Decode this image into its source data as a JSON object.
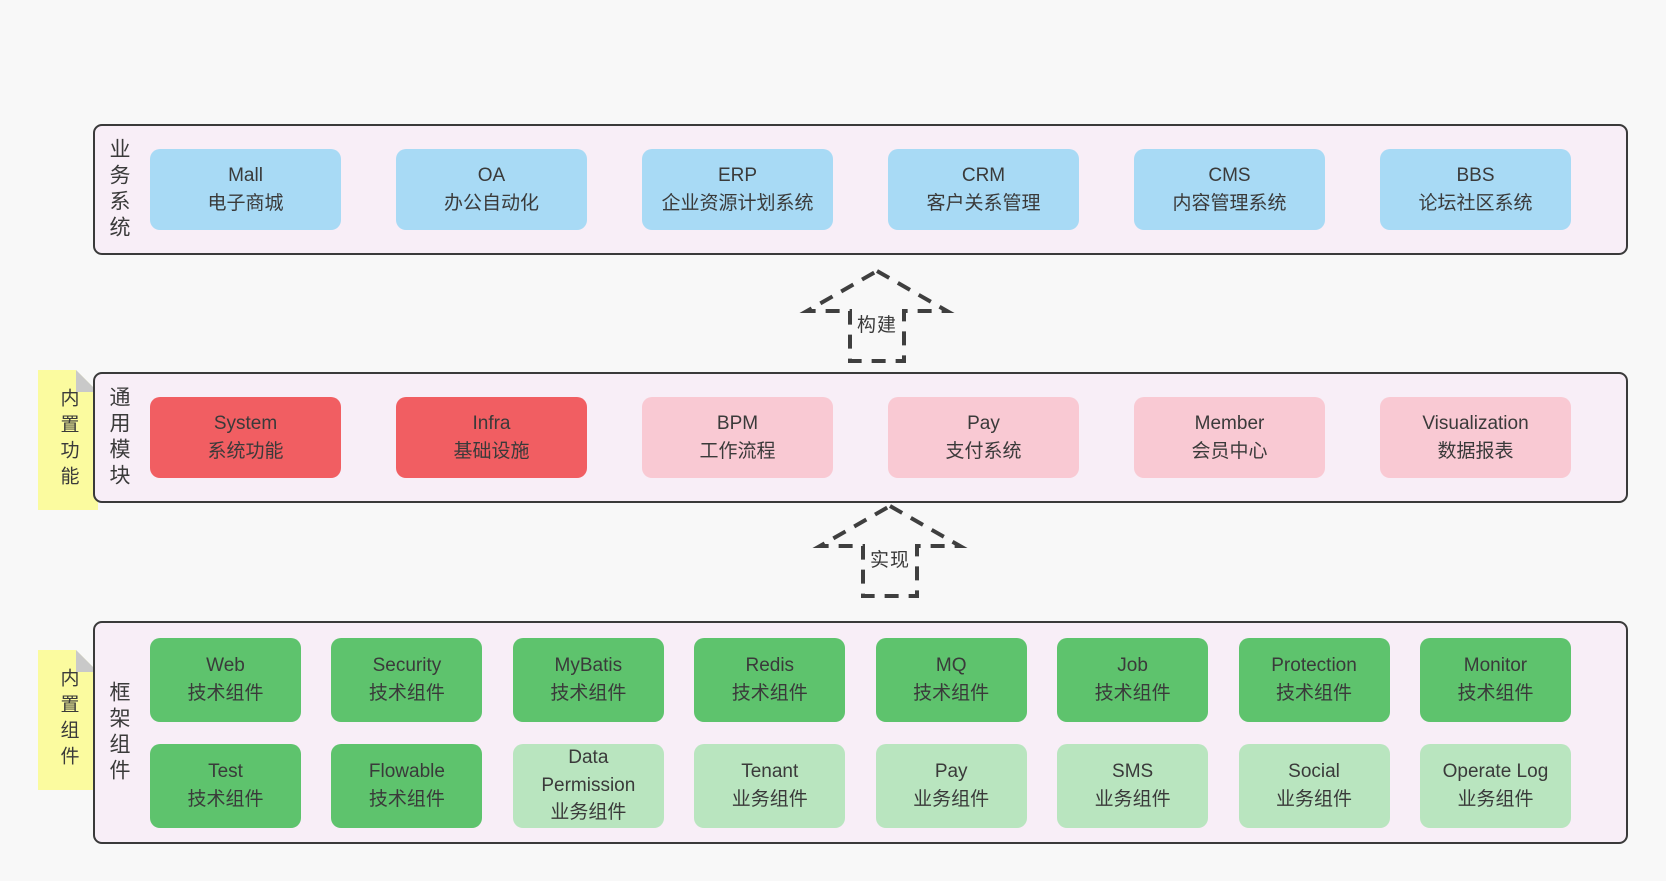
{
  "palette": {
    "page_bg": "#f8f8f8",
    "band_bg": "#f8eef7",
    "band_border": "#3a3a3a",
    "text": "#3a3a3a",
    "sticky_bg": "#fbfb9f",
    "sticky_fold": "#c9c9c9",
    "arrow": "#3f3f3f",
    "blue": "#a8daf5",
    "red": "#f15e62",
    "pink": "#f9c9d3",
    "green_dark": "#5ec36d",
    "green_light": "#b9e5bf"
  },
  "arrows": [
    {
      "label": "构建"
    },
    {
      "label": "实现"
    }
  ],
  "bands": {
    "business": {
      "label": "业务系统",
      "boxes": [
        {
          "en": "Mall",
          "zh": "电子商城",
          "color": "blue"
        },
        {
          "en": "OA",
          "zh": "办公自动化",
          "color": "blue"
        },
        {
          "en": "ERP",
          "zh": "企业资源计划系统",
          "color": "blue"
        },
        {
          "en": "CRM",
          "zh": "客户关系管理",
          "color": "blue"
        },
        {
          "en": "CMS",
          "zh": "内容管理系统",
          "color": "blue"
        },
        {
          "en": "BBS",
          "zh": "论坛社区系统",
          "color": "blue"
        }
      ]
    },
    "modules": {
      "label": "通用模块",
      "sticky": "内置功能",
      "boxes": [
        {
          "en": "System",
          "zh": "系统功能",
          "color": "red"
        },
        {
          "en": "Infra",
          "zh": "基础设施",
          "color": "red"
        },
        {
          "en": "BPM",
          "zh": "工作流程",
          "color": "pink"
        },
        {
          "en": "Pay",
          "zh": "支付系统",
          "color": "pink"
        },
        {
          "en": "Member",
          "zh": "会员中心",
          "color": "pink"
        },
        {
          "en": "Visualization",
          "zh": "数据报表",
          "color": "pink"
        }
      ]
    },
    "components": {
      "label": "框架组件",
      "sticky": "内置组件",
      "row1": [
        {
          "en": "Web",
          "zh": "技术组件",
          "color": "green_dark"
        },
        {
          "en": "Security",
          "zh": "技术组件",
          "color": "green_dark"
        },
        {
          "en": "MyBatis",
          "zh": "技术组件",
          "color": "green_dark"
        },
        {
          "en": "Redis",
          "zh": "技术组件",
          "color": "green_dark"
        },
        {
          "en": "MQ",
          "zh": "技术组件",
          "color": "green_dark"
        },
        {
          "en": "Job",
          "zh": "技术组件",
          "color": "green_dark"
        },
        {
          "en": "Protection",
          "zh": "技术组件",
          "color": "green_dark"
        },
        {
          "en": "Monitor",
          "zh": "技术组件",
          "color": "green_dark"
        }
      ],
      "row2": [
        {
          "en": "Test",
          "zh": "技术组件",
          "color": "green_dark"
        },
        {
          "en": "Flowable",
          "zh": "技术组件",
          "color": "green_dark"
        },
        {
          "en": "Data Permission",
          "zh": "业务组件",
          "color": "green_light"
        },
        {
          "en": "Tenant",
          "zh": "业务组件",
          "color": "green_light"
        },
        {
          "en": "Pay",
          "zh": "业务组件",
          "color": "green_light"
        },
        {
          "en": "SMS",
          "zh": "业务组件",
          "color": "green_light"
        },
        {
          "en": "Social",
          "zh": "业务组件",
          "color": "green_light"
        },
        {
          "en": "Operate Log",
          "zh": "业务组件",
          "color": "green_light"
        }
      ]
    }
  }
}
